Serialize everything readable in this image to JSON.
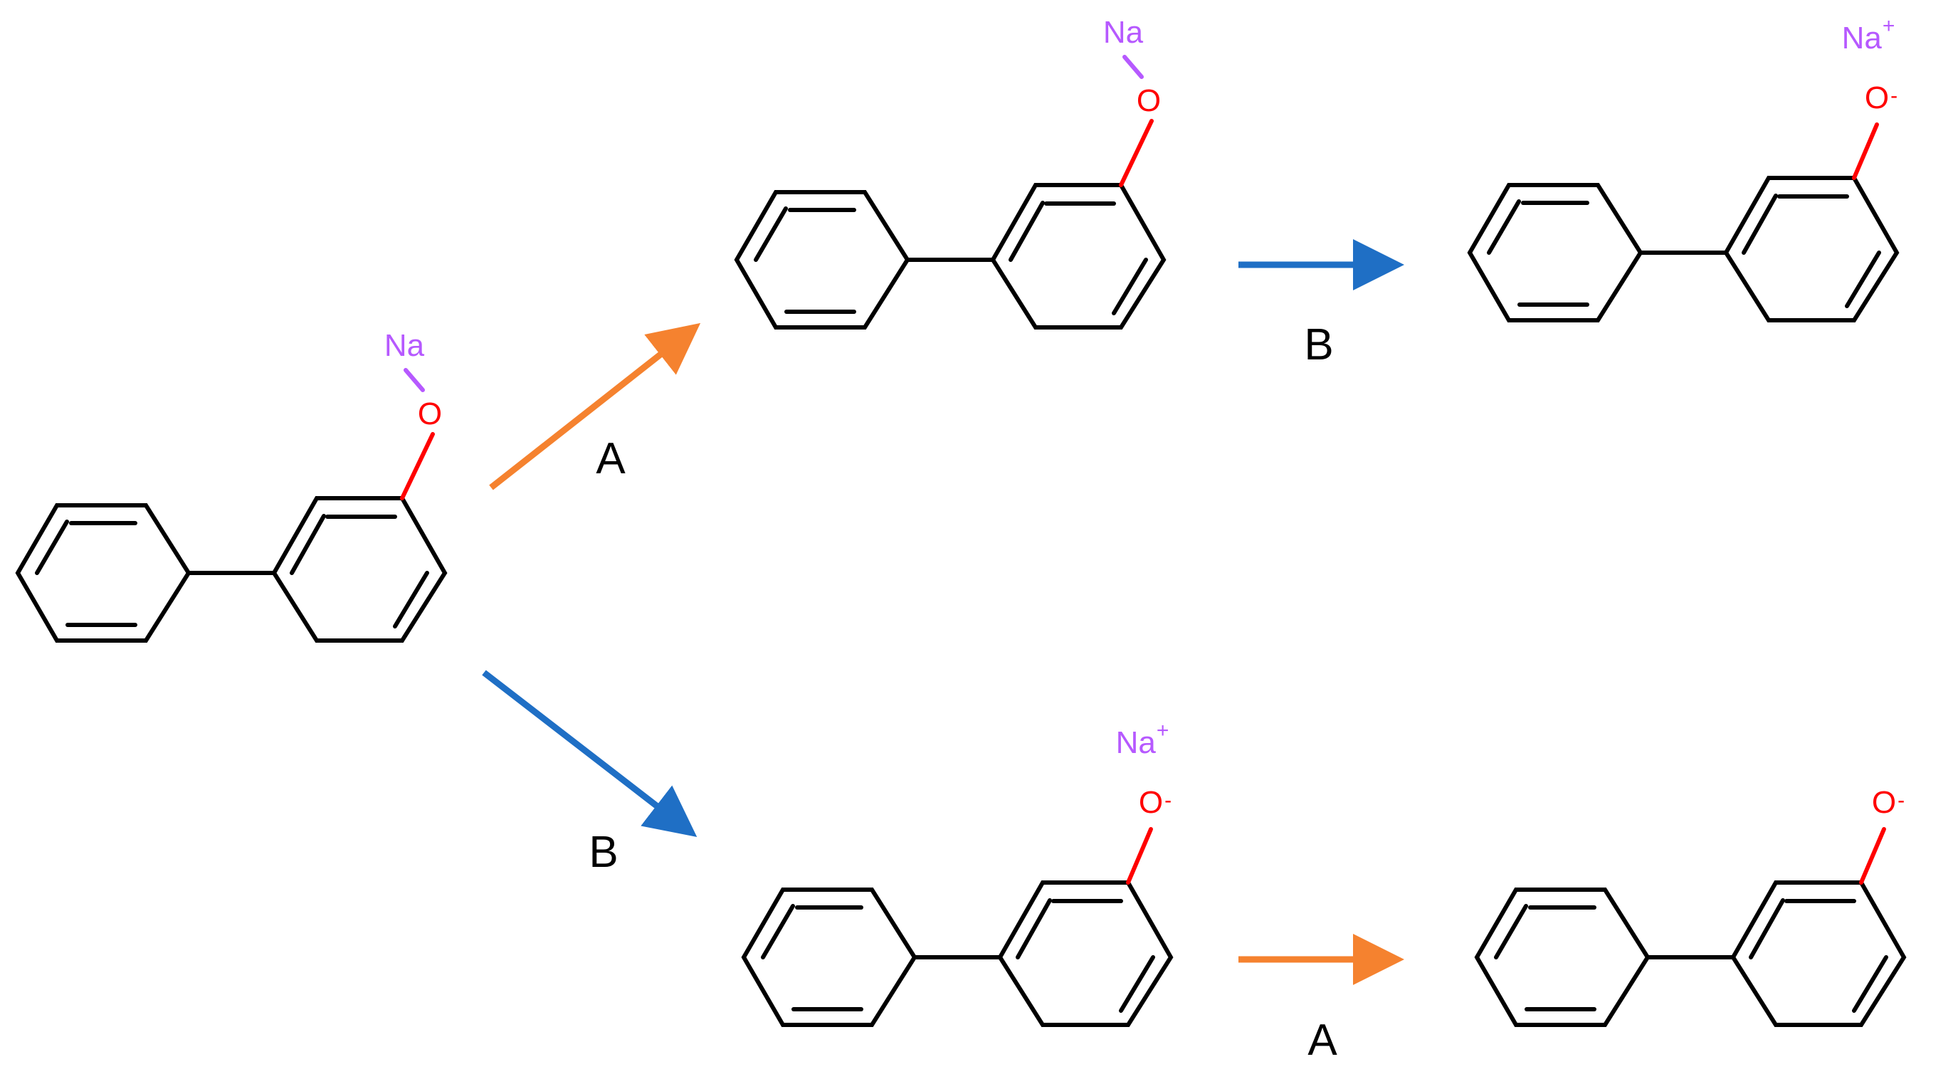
{
  "colors": {
    "bond": "#000000",
    "oxygen": "#ff0000",
    "sodium": "#b659ff",
    "arrow_A": "#f5822f",
    "arrow_B": "#1f6fc5",
    "label": "#000000"
  },
  "labels": {
    "sodium": "Na",
    "sodium_ion": "Na",
    "plus": "+",
    "oxygen": "O",
    "minus": "-",
    "step_A": "A",
    "step_B": "B"
  }
}
